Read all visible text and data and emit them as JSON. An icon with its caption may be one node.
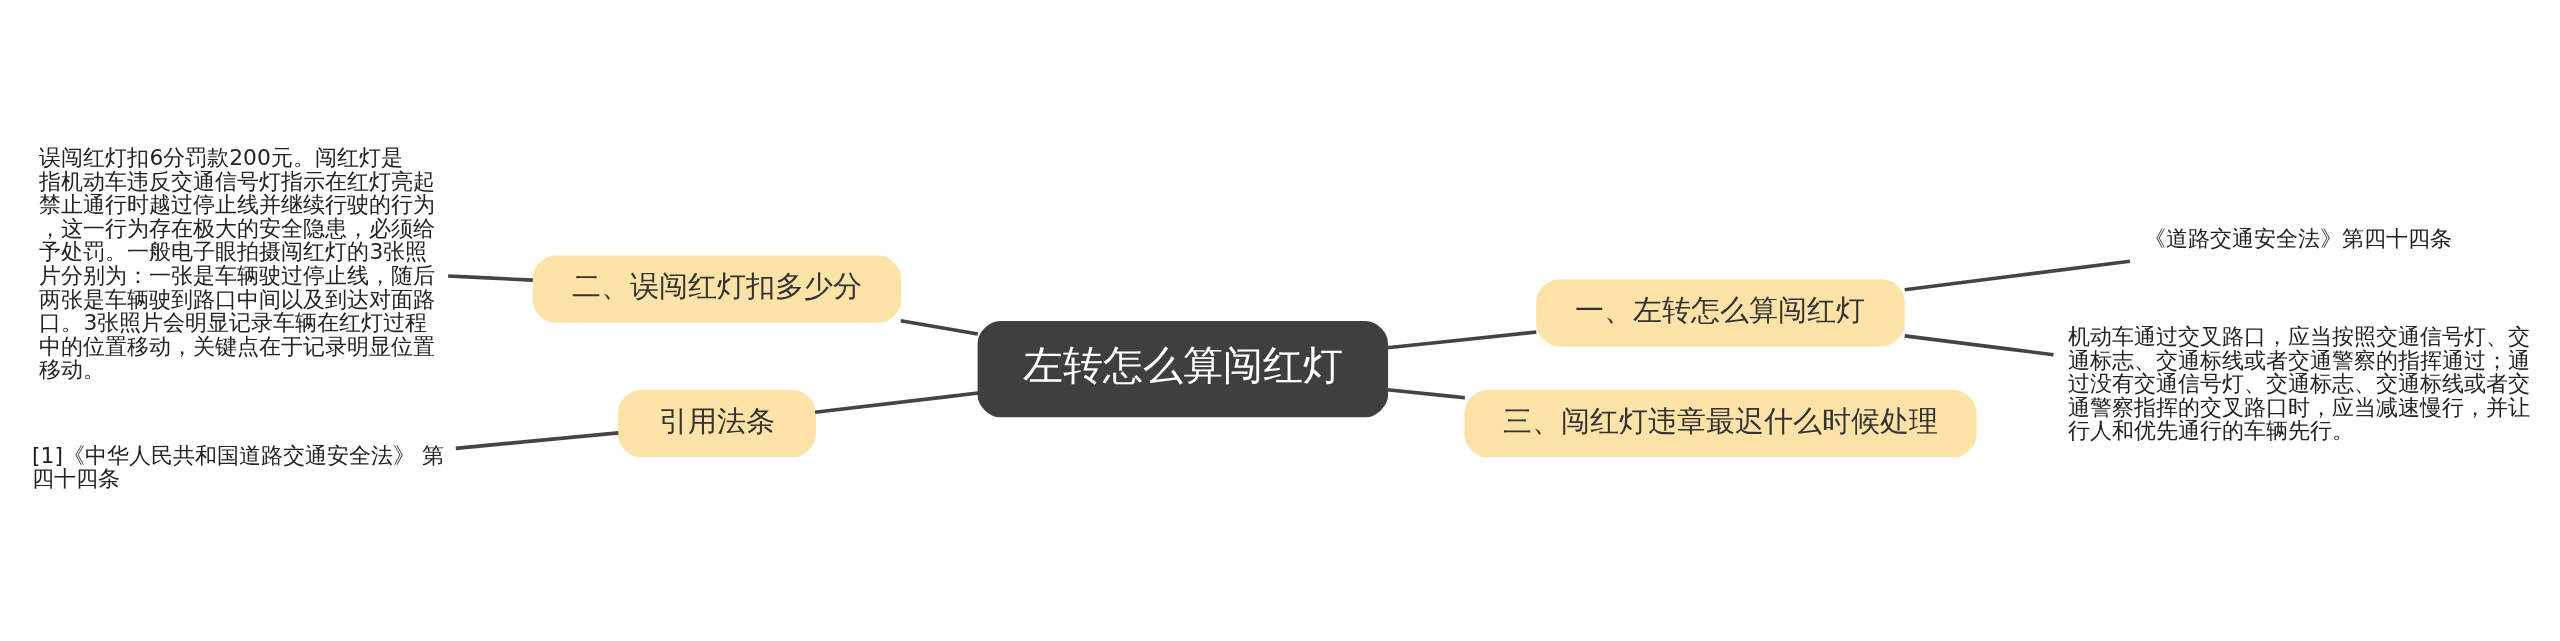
{
  "diagram": {
    "nodes": [
      {
        "text": [
          "左转怎么算闯红灯"
        ]
      },
      {
        "text": [
          "一、左转怎么算闯红灯"
        ]
      },
      {
        "text": [
          "二、误闯红灯扣多少分"
        ]
      },
      {
        "text": [
          "三、闯红灯违章最迟什么时候处理"
        ]
      },
      {
        "text": [
          "引用法条"
        ]
      },
      {
        "text": [
          "《道路交通安全法》第四十四条"
        ]
      },
      {
        "text": [
          "机动车通过交叉路口，应当按照交通信号灯、交通标志、交通标线或者交通警察的指挥通过；通过没有交通信号灯、交通标志、交通标线或者交通警察指挥的交叉路口时，应当减速慢行，并让行人和优先通行的车辆先行。"
        ]
      },
      {
        "text": [
          "误闯红灯扣6分罚款200元。闯红灯是指机动车违反交通信号灯指示在红灯亮起禁止通行时越过停止线并继续行驶的行为，这一行为存在极大的安全隐患，必须给予处罚。一般电子眼拍摄闯红灯的3张照片分别为：一张是车辆驶过停止线，随后两张是车辆驶到路口中间以及到达对面路口。3张照片会明显记录车辆在红灯过程中的位置移动，关键点在于记录明显位置移动。"
        ]
      },
      {
        "text": [
          "[1]《中华人民共和国道路交通安全法》 第四十四条"
        ]
      }
    ],
    "edges": [
      {
        "from": 0,
        "to": 1,
        "arrow": "none"
      },
      {
        "from": 0,
        "to": 2,
        "arrow": "none"
      },
      {
        "from": 0,
        "to": 3,
        "arrow": "none"
      },
      {
        "from": 0,
        "to": 4,
        "arrow": "none"
      },
      {
        "from": 1,
        "to": 5,
        "arrow": "none"
      },
      {
        "from": 1,
        "to": 6,
        "arrow": "none"
      },
      {
        "from": 2,
        "to": 7,
        "arrow": "none"
      },
      {
        "from": 4,
        "to": 8,
        "arrow": "none"
      }
    ]
  }
}
